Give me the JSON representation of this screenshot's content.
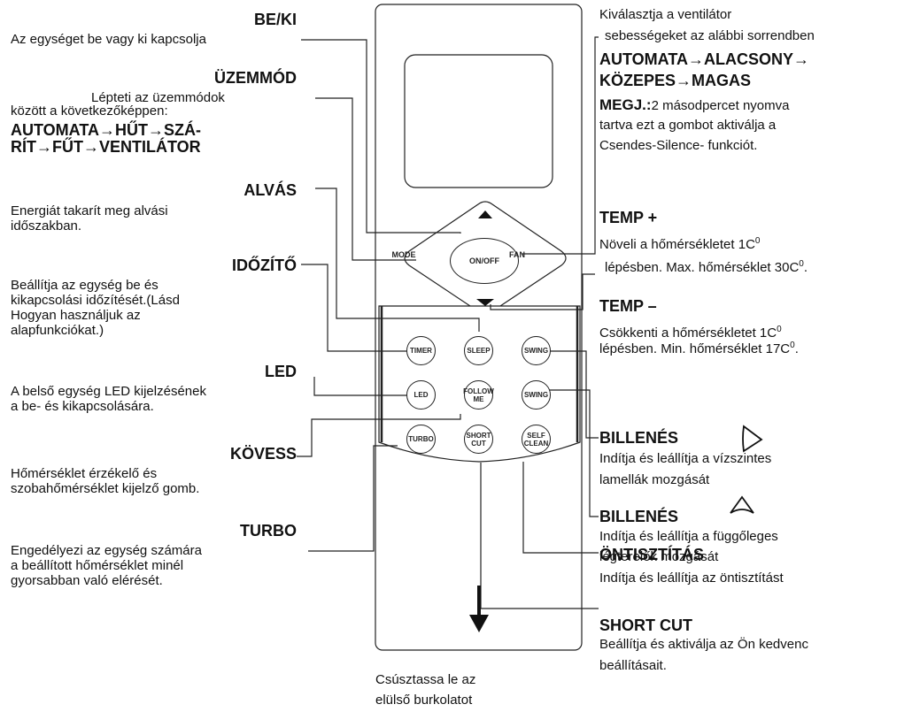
{
  "remote": {
    "mode": "MODE",
    "onoff": "ON/OFF",
    "fan": "FAN",
    "buttons": {
      "timer": "TIMER",
      "sleep": "SLEEP",
      "swing_h": "SWING",
      "led": "LED",
      "follow": "FOLLOW ME",
      "swing_v": "SWING",
      "turbo": "TURBO",
      "short": "SHORT CUT",
      "self": "SELF CLEAN"
    }
  },
  "left": {
    "beki": {
      "title": "BE/KI",
      "desc": "Az egységet be vagy ki kapcsolja"
    },
    "uzemmod": {
      "title": "ÜZEMMÓD",
      "desc1": "Lépteti az üzemmódok",
      "desc2": "között a következőképpen:",
      "seq1": "AUTOMATA→HŰT→SZÁ-",
      "seq2": "RÍT→FŰT→VENTILÁTOR"
    },
    "alvas": {
      "title": "ALVÁS",
      "desc1": "Energiát takarít meg alvási",
      "desc2": "időszakban."
    },
    "idozito": {
      "title": "IDŐZÍTŐ",
      "desc1": "Beállítja az egység be és",
      "desc2": "kikapcsolási időzítését.(Lásd",
      "desc3": "Hogyan használjuk az",
      "desc4": "alapfunkciókat.)"
    },
    "led": {
      "title": "LED",
      "desc1": "A belső egység LED kijelzésének",
      "desc2": "a be- és kikapcsolására."
    },
    "koves": {
      "title": "KÖVESS",
      "desc1": "Hőmérséklet érzékelő és",
      "desc2": "szobahőmérséklet kijelző gomb."
    },
    "turbo": {
      "title": "TURBO",
      "desc1": "Engedélyezi az egység számára",
      "desc2": "a beállított hőmérséklet minél",
      "desc3": "gyorsabban való elérését."
    }
  },
  "right": {
    "fan": {
      "desc1": "Kiválasztja a ventilátor",
      "desc2": "sebességeket az alábbi sorrendben",
      "seq1": "AUTOMATA→ALACSONY→",
      "seq2": "KÖZEPES→MAGAS",
      "note_bold": "MEGJ.:",
      "note1": "2 másodpercet nyomva",
      "note2": "tartva ezt a gombot aktiválja a",
      "note3": "Csendes-Silence- funkciót."
    },
    "tempplus": {
      "title": "TEMP +",
      "desc1a": "Növeli a hőmérsékletet 1C",
      "desc1sup": "0",
      "desc2a": "lépésben. Max. hőmérséklet 30C",
      "desc2sup": "0",
      "desc2b": "."
    },
    "tempminus": {
      "title": "TEMP –",
      "desc1a": "Csökkenti a hőmérsékletet 1C",
      "desc1sup": "0",
      "desc2a": "lépésben. Min. hőmérséklet 17C",
      "desc2sup": "0",
      "desc2b": "."
    },
    "billenes1": {
      "title": "BILLENÉS",
      "desc1": "Indítja és leállítja a vízszintes",
      "desc2": "lamellák mozgását"
    },
    "billenes2": {
      "title": "BILLENÉS",
      "desc1": "Indítja és leállítja a függőleges",
      "desc2": "légterelők mozgását"
    },
    "ontisztitas": {
      "title": "ÖNTISZTÍTÁS",
      "desc": "Indítja és leállítja az öntisztítást"
    },
    "shortcut": {
      "title": "SHORT CUT",
      "desc1": "Beállítja és aktiválja az Ön kedvenc",
      "desc2": "beállításait."
    }
  },
  "bottom": {
    "line1": "Csúsztassa le az",
    "line2": "elülső burkolatot"
  }
}
